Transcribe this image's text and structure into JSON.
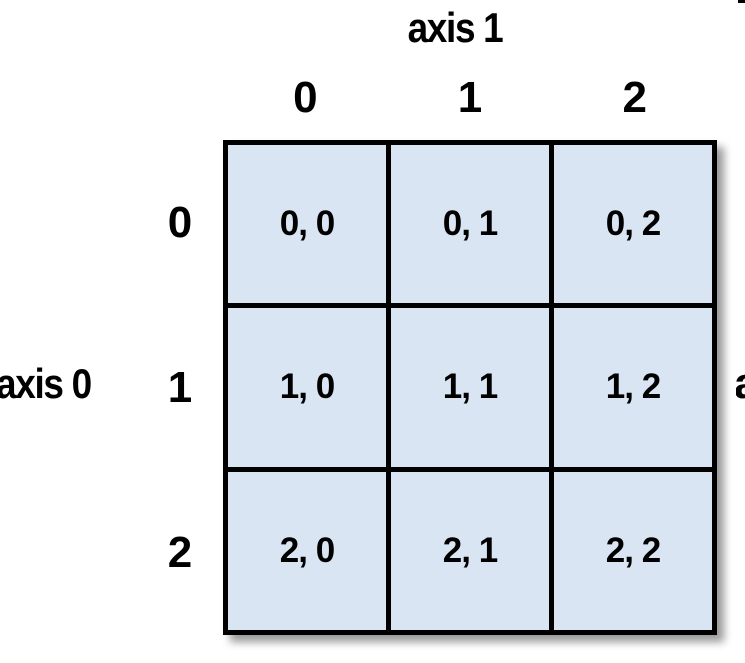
{
  "diagram": {
    "title_top": "axis 1",
    "title_left": "axis 0",
    "column_headers": [
      "0",
      "1",
      "2"
    ],
    "row_headers": [
      "0",
      "1",
      "2"
    ],
    "cells": [
      [
        "0, 0",
        "0, 1",
        "0, 2"
      ],
      [
        "1, 0",
        "1, 1",
        "1, 2"
      ],
      [
        "2, 0",
        "2, 1",
        "2, 2"
      ]
    ],
    "right_edge_partial": "a",
    "colors": {
      "cell_fill": "#d9e5f2",
      "grid_line": "#000000",
      "text": "#000000",
      "background": "#ffffff"
    }
  }
}
